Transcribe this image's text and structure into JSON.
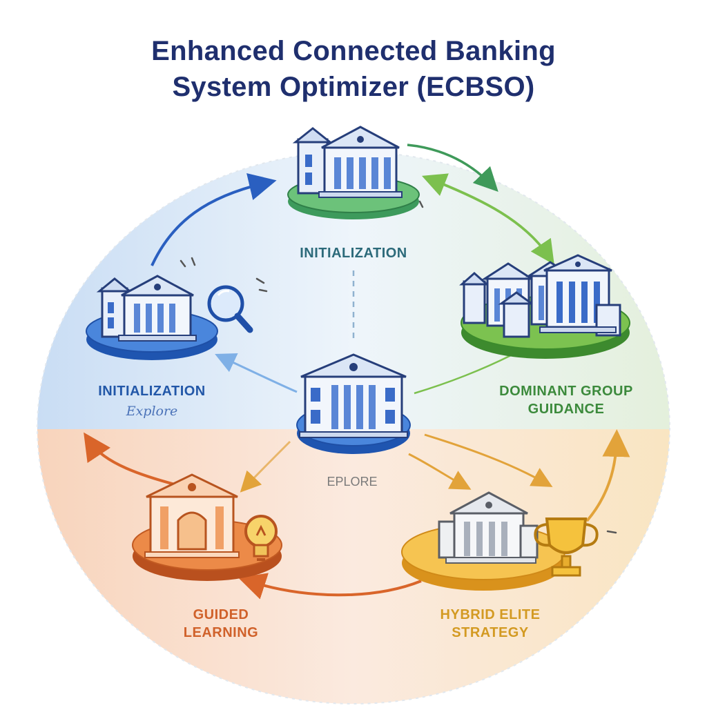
{
  "title": {
    "line1": "Enhanced Connected Banking",
    "line2": "System Optimizer (ECBSO)"
  },
  "stages": {
    "top": {
      "label": "INITIALIZATION"
    },
    "left": {
      "label": "INITIALIZATION",
      "sublabel": "Explore"
    },
    "center": {
      "sublabel": "EPLORE"
    },
    "right": {
      "label_line1": "DOMINANT GROUP",
      "label_line2": "GUIDANCE"
    },
    "bottom_left": {
      "label_line1": "GUIDED",
      "label_line2": "LEARNING"
    },
    "bottom_right": {
      "label_line1": "HYBRID ELITE",
      "label_line2": "STRATEGY"
    }
  },
  "colors": {
    "title": "#1f2f6e",
    "blue": "#2f6fd0",
    "green": "#4fa83a",
    "orange": "#e0742a",
    "gold": "#e3a52a",
    "teal_label": "#2c6a7a",
    "green_label": "#3c8a3c"
  },
  "icons": [
    "bank-building-icon",
    "magnifier-icon",
    "lightbulb-icon",
    "trophy-icon",
    "cycle-arrow-icon"
  ]
}
